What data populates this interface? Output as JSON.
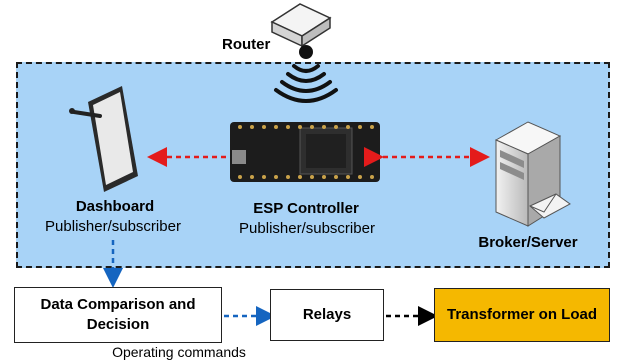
{
  "router": {
    "label": "Router"
  },
  "dashboard": {
    "title": "Dashboard",
    "subtitle": "Publisher/subscriber"
  },
  "esp": {
    "title": "ESP Controller",
    "subtitle": "Publisher/subscriber"
  },
  "broker": {
    "title": "Broker/Server"
  },
  "flow": {
    "decision": "Data Comparison and Decision",
    "relays": "Relays",
    "transformer": "Transformer on Load",
    "commands": "Operating commands"
  },
  "colors": {
    "panel": "#a8d3f7",
    "red_arrow": "#e41b1b",
    "blue_arrow": "#1565c0",
    "transformer_fill": "#f5b800"
  },
  "icons": [
    "router-icon",
    "wifi-signal-icon",
    "tablet-icon",
    "esp-board-icon",
    "server-icon"
  ]
}
